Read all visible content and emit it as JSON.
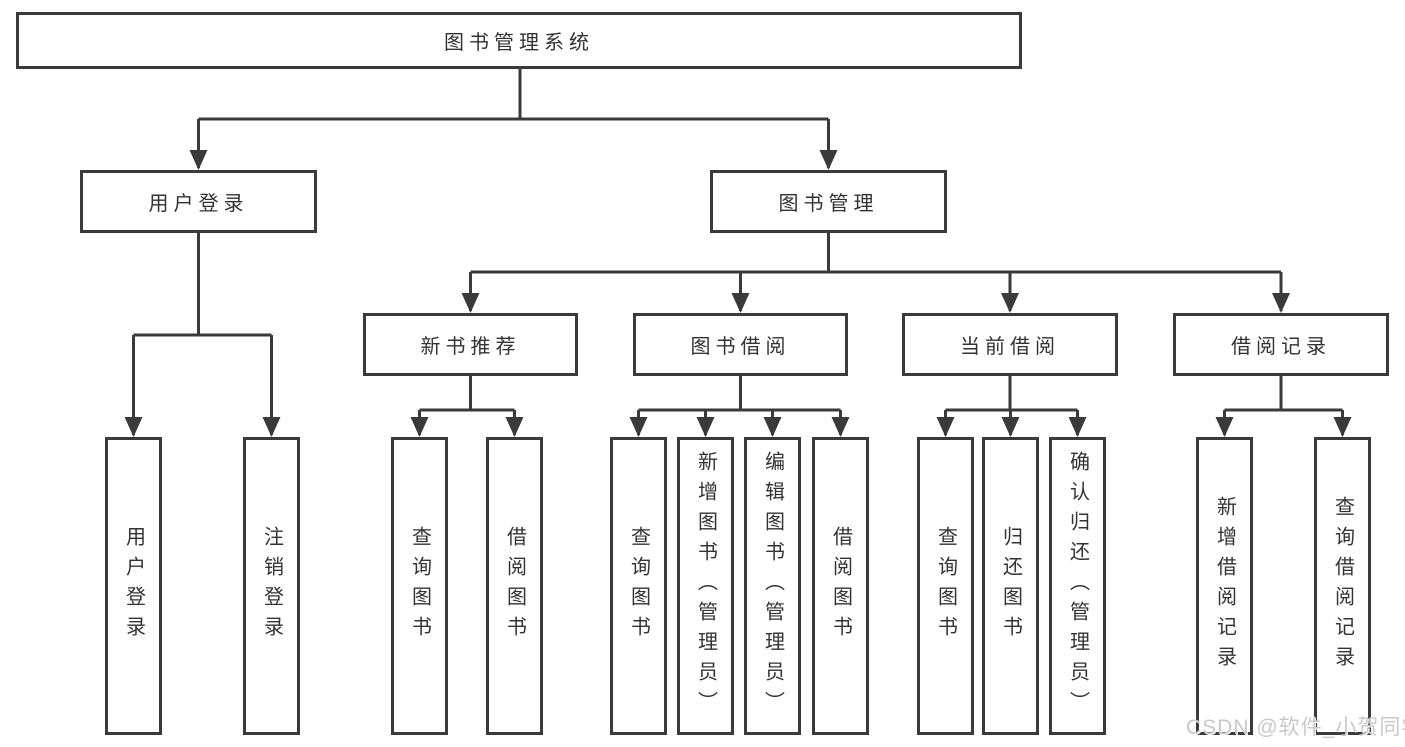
{
  "diagram": {
    "nodes": {
      "root": {
        "label": "图书管理系统"
      },
      "user_login_group": {
        "label": "用户登录"
      },
      "book_management": {
        "label": "图书管理"
      },
      "new_book_recommend": {
        "label": "新书推荐"
      },
      "book_borrow": {
        "label": "图书借阅"
      },
      "current_borrow": {
        "label": "当前借阅"
      },
      "borrow_records": {
        "label": "借阅记录"
      },
      "user_login": {
        "label": "用户登录"
      },
      "logout": {
        "label": "注销登录"
      },
      "nb_query_books": {
        "label": "查询图书"
      },
      "nb_borrow_books": {
        "label": "借阅图书"
      },
      "bb_query_books": {
        "label": "查询图书"
      },
      "bb_add_books": {
        "label": "新增图书（管理员）"
      },
      "bb_edit_books": {
        "label": "编辑图书（管理员）"
      },
      "bb_borrow_books": {
        "label": "借阅图书"
      },
      "cb_query_books": {
        "label": "查询图书"
      },
      "cb_return_books": {
        "label": "归还图书"
      },
      "cb_confirm_return": {
        "label": "确认归还（管理员）"
      },
      "br_add_record": {
        "label": "新增借阅记录"
      },
      "br_query_record": {
        "label": "查询借阅记录"
      }
    },
    "structure": {
      "root": [
        "user_login_group",
        "book_management"
      ],
      "user_login_group": [
        "user_login",
        "logout"
      ],
      "book_management": [
        "new_book_recommend",
        "book_borrow",
        "current_borrow",
        "borrow_records"
      ],
      "new_book_recommend": [
        "nb_query_books",
        "nb_borrow_books"
      ],
      "book_borrow": [
        "bb_query_books",
        "bb_add_books",
        "bb_edit_books",
        "bb_borrow_books"
      ],
      "current_borrow": [
        "cb_query_books",
        "cb_return_books",
        "cb_confirm_return"
      ],
      "borrow_records": [
        "br_add_record",
        "br_query_record"
      ]
    }
  },
  "watermark": {
    "text": "CSDN @软件_小贺同学"
  },
  "colors": {
    "line": "#3a3a3a",
    "text": "#333333",
    "box_background": "#ffffff",
    "page_background": "#ffffff",
    "watermark": "#c9c9c9"
  }
}
